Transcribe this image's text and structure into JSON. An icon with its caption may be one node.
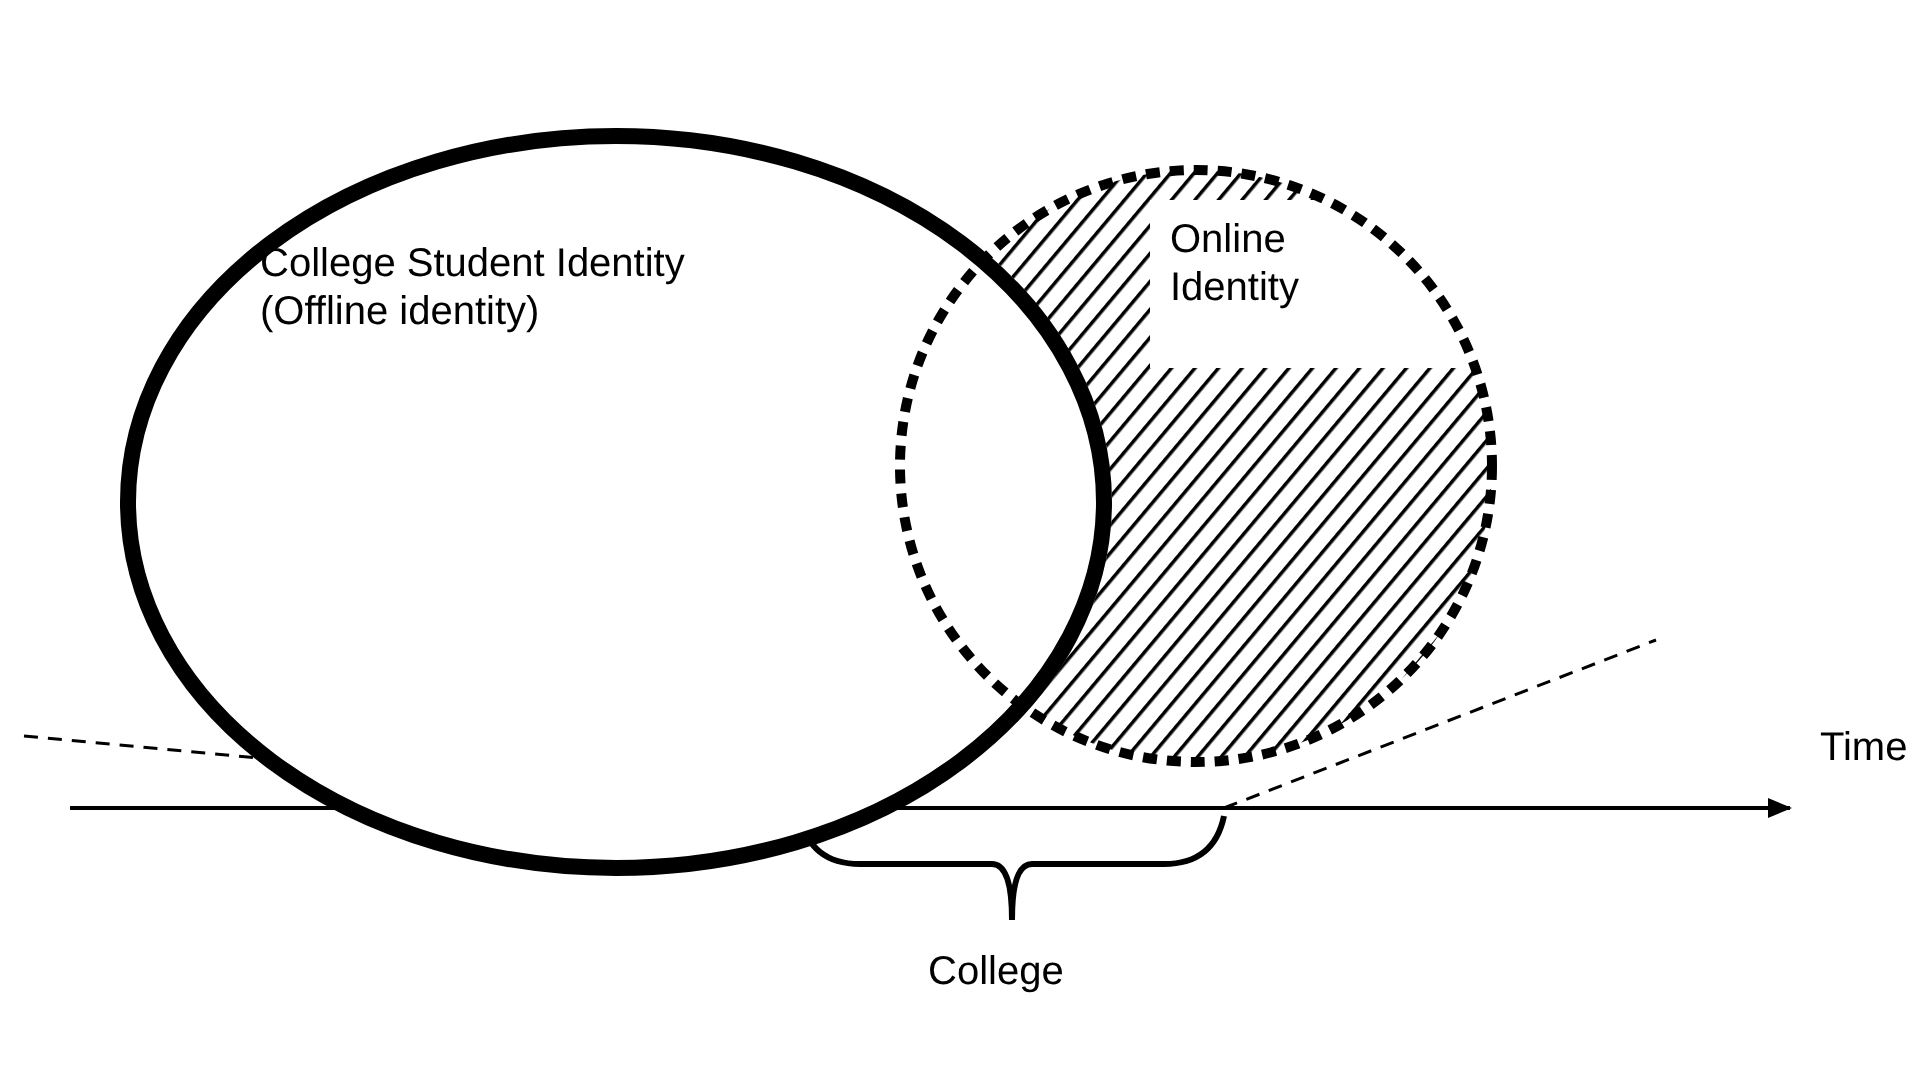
{
  "diagram": {
    "nodes": [
      {
        "text": [
          "College Student Identity (Offline identity)"
        ]
      },
      {
        "text": [
          "Online Identity"
        ]
      }
    ],
    "labels": [
      "Time",
      "College"
    ]
  }
}
